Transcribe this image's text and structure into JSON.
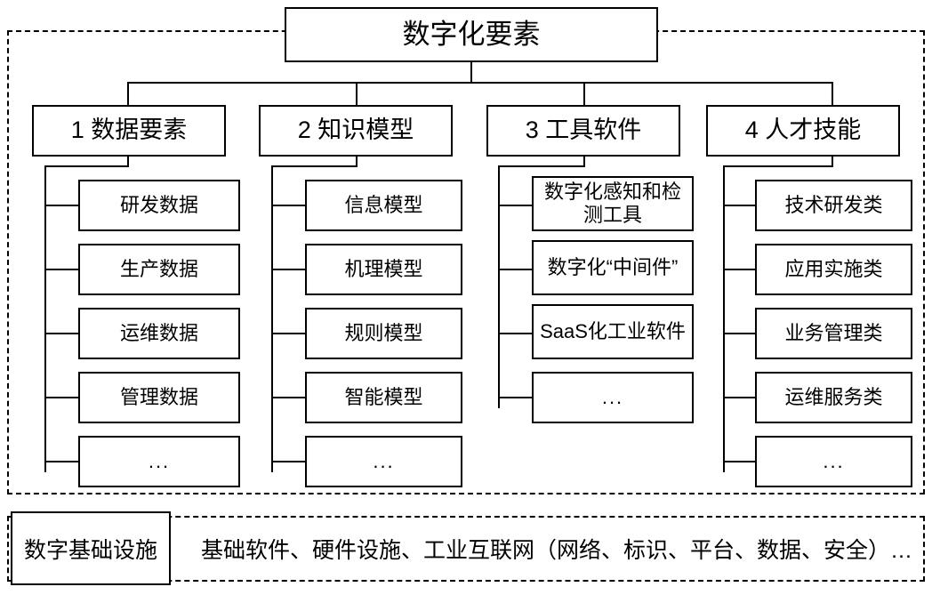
{
  "diagram": {
    "title": "数字化要素",
    "categories": [
      {
        "header": "1 数据要素",
        "items": [
          "研发数据",
          "生产数据",
          "运维数据",
          "管理数据",
          "..."
        ]
      },
      {
        "header": "2 知识模型",
        "items": [
          "信息模型",
          "机理模型",
          "规则模型",
          "智能模型",
          "..."
        ]
      },
      {
        "header": "3 工具软件",
        "items": [
          "数字化感知和检测工具",
          "数字化“中间件”",
          "SaaS化工业软件",
          "..."
        ]
      },
      {
        "header": "4 人才技能",
        "items": [
          "技术研发类",
          "应用实施类",
          "业务管理类",
          "运维服务类",
          "..."
        ]
      }
    ],
    "footer": {
      "label": "数字基础设施",
      "text": "基础软件、硬件设施、工业互联网（网络、标识、平台、数据、安全）…"
    },
    "colors": {
      "stroke": "#000000",
      "background": "#ffffff"
    }
  }
}
